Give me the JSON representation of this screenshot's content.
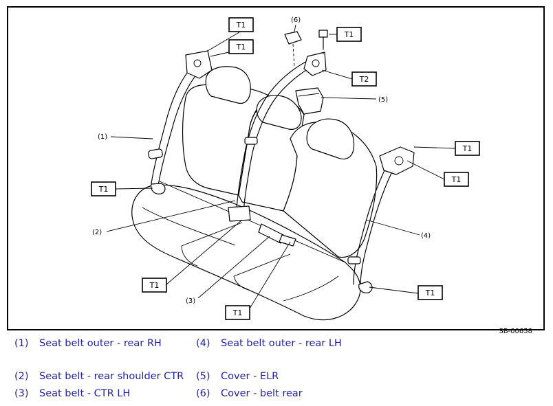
{
  "figure_id": "SB-00658",
  "callouts": {
    "t1": "T1",
    "t2": "T2",
    "n1": "(1)",
    "n2": "(2)",
    "n3": "(3)",
    "n4": "(4)",
    "n5": "(5)",
    "n6": "(6)"
  },
  "legend": [
    {
      "num": "(1)",
      "text": "Seat belt outer - rear RH"
    },
    {
      "num": "(4)",
      "text": "Seat belt outer - rear LH"
    },
    {
      "num": "(2)",
      "text": "Seat belt - rear shoulder CTR"
    },
    {
      "num": "(5)",
      "text": "Cover - ELR"
    },
    {
      "num": "(3)",
      "text": "Seat belt - CTR LH"
    },
    {
      "num": "(6)",
      "text": "Cover - belt rear"
    }
  ],
  "colors": {
    "legend_text": "#2222aa",
    "line": "#000000"
  }
}
